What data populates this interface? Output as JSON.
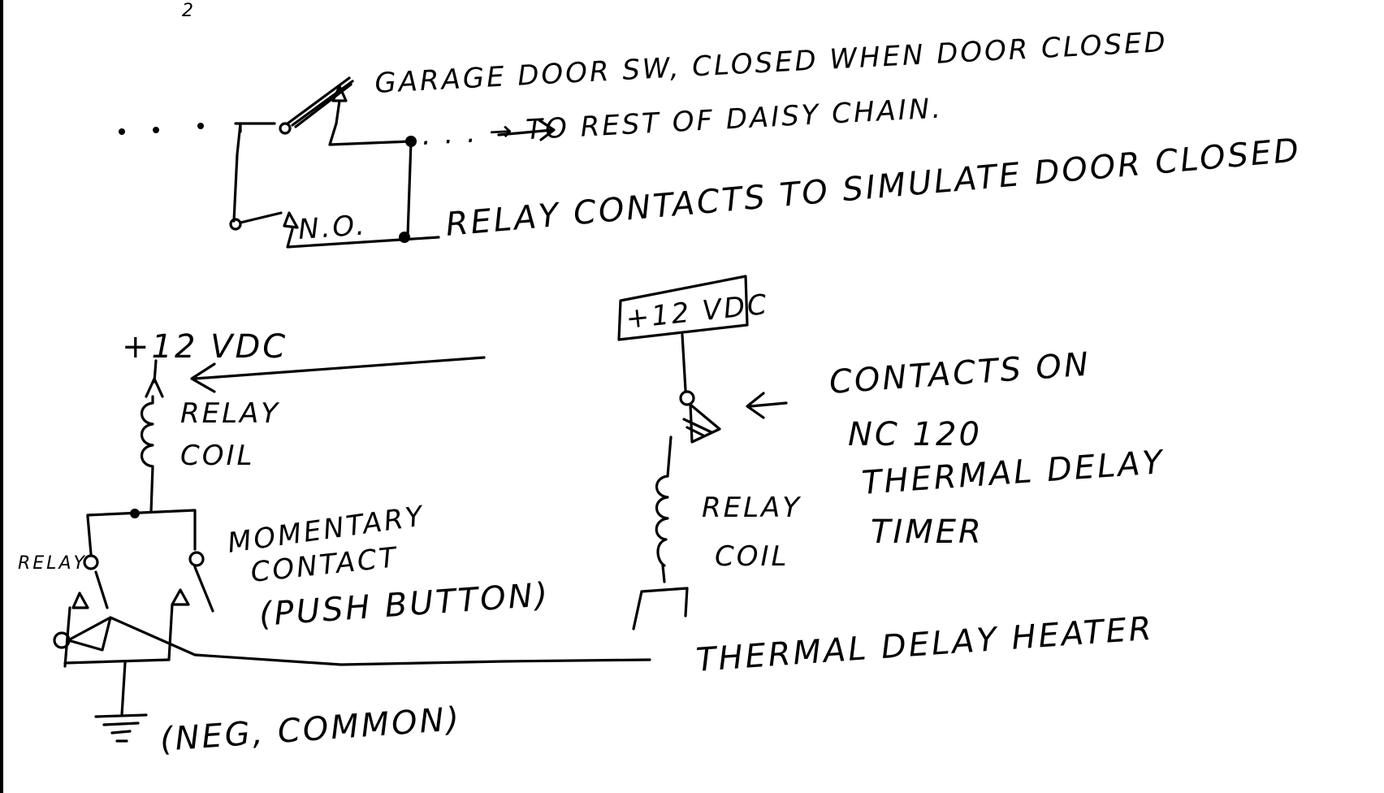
{
  "page_mark": "2",
  "labels": {
    "garage_door_switch": "GARAGE DOOR SW, CLOSED WHEN DOOR CLOSED",
    "daisy_chain": ". . . → TO REST OF DAISY CHAIN.",
    "no_contacts": "N.O.",
    "relay_contacts": "RELAY CONTACTS TO SIMULATE DOOR CLOSED",
    "supply_left": "+12 VDC",
    "relay_coil_left_1": "RELAY",
    "relay_coil_left_2": "COIL",
    "relay_side": "RELAY",
    "momentary_1": "MOMENTARY",
    "momentary_2": "CONTACT",
    "momentary_3": "(PUSH BUTTON)",
    "ground": "(NEG, COMMON)",
    "supply_right": "+12 VDC",
    "contacts_on_1": "CONTACTS ON",
    "contacts_on_2": "NC 120",
    "contacts_on_3": "THERMAL DELAY",
    "contacts_on_4": "TIMER",
    "relay_coil_right_1": "RELAY",
    "relay_coil_right_2": "COIL",
    "heater": "THERMAL DELAY HEATER"
  }
}
